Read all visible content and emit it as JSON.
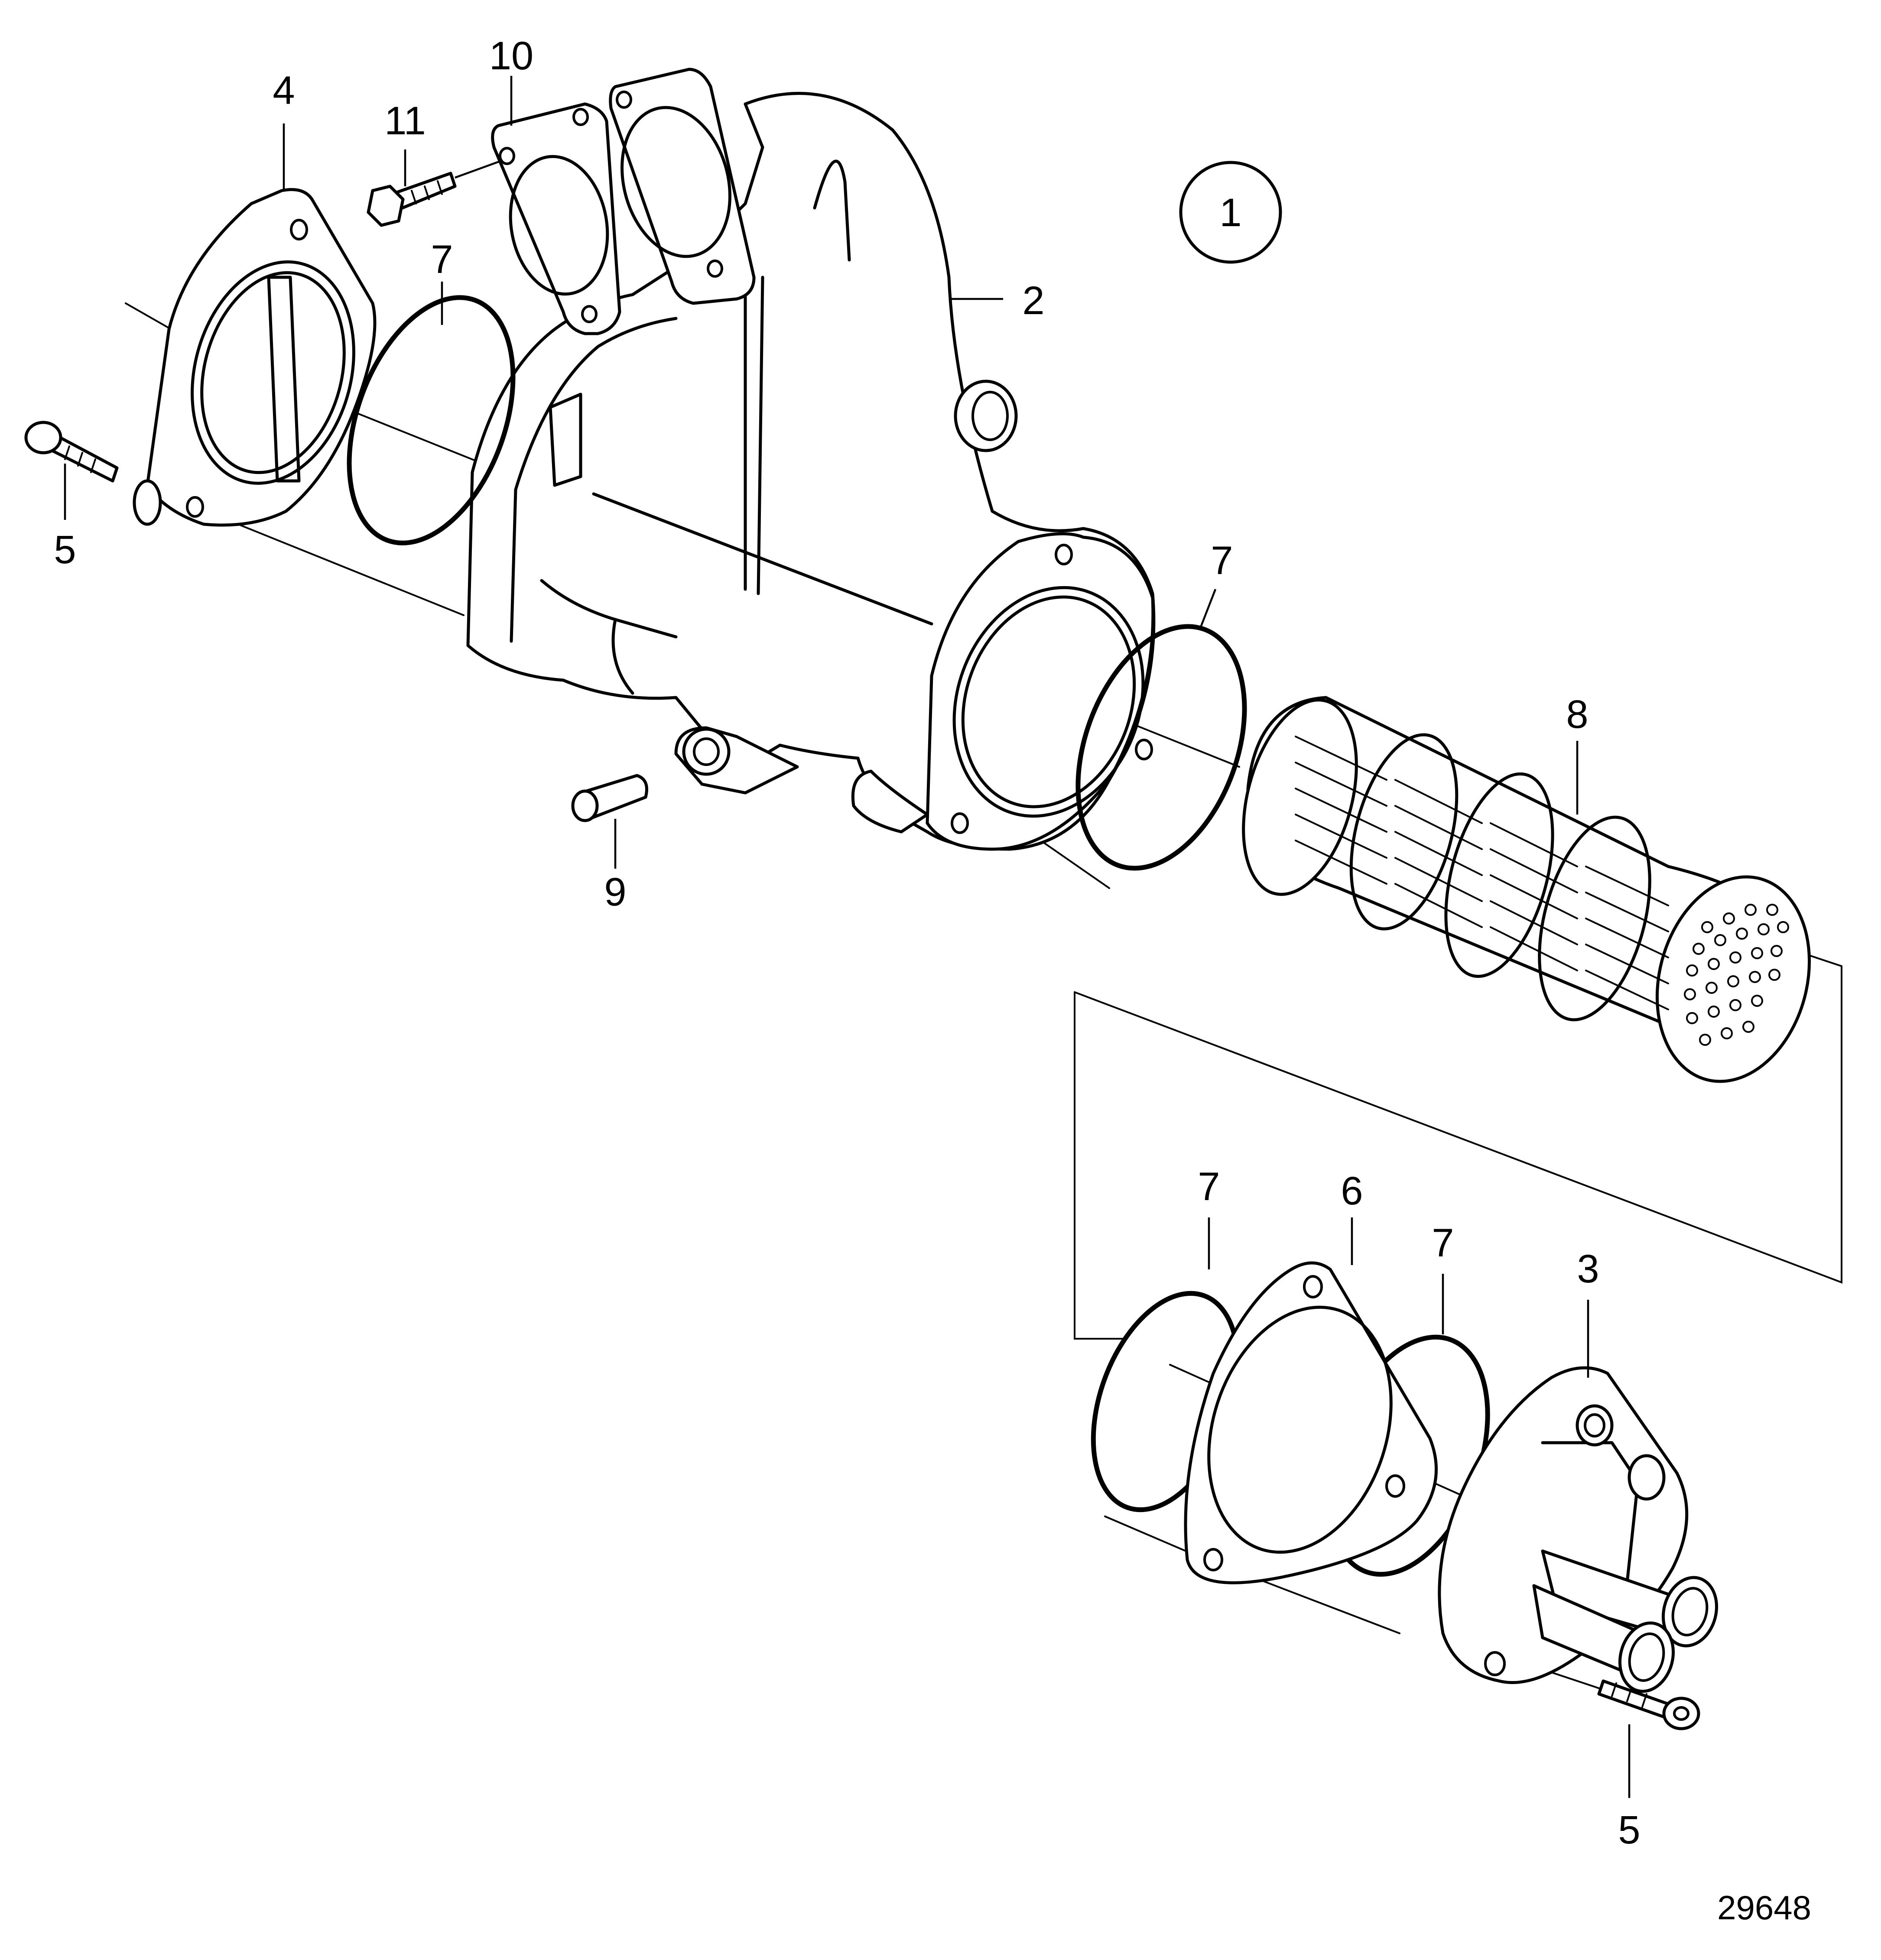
{
  "diagram": {
    "group_label": "1",
    "figure_number": "29648",
    "callouts": [
      "2",
      "3",
      "4",
      "5",
      "5",
      "6",
      "7",
      "7",
      "7",
      "7",
      "8",
      "9",
      "10",
      "11"
    ]
  }
}
